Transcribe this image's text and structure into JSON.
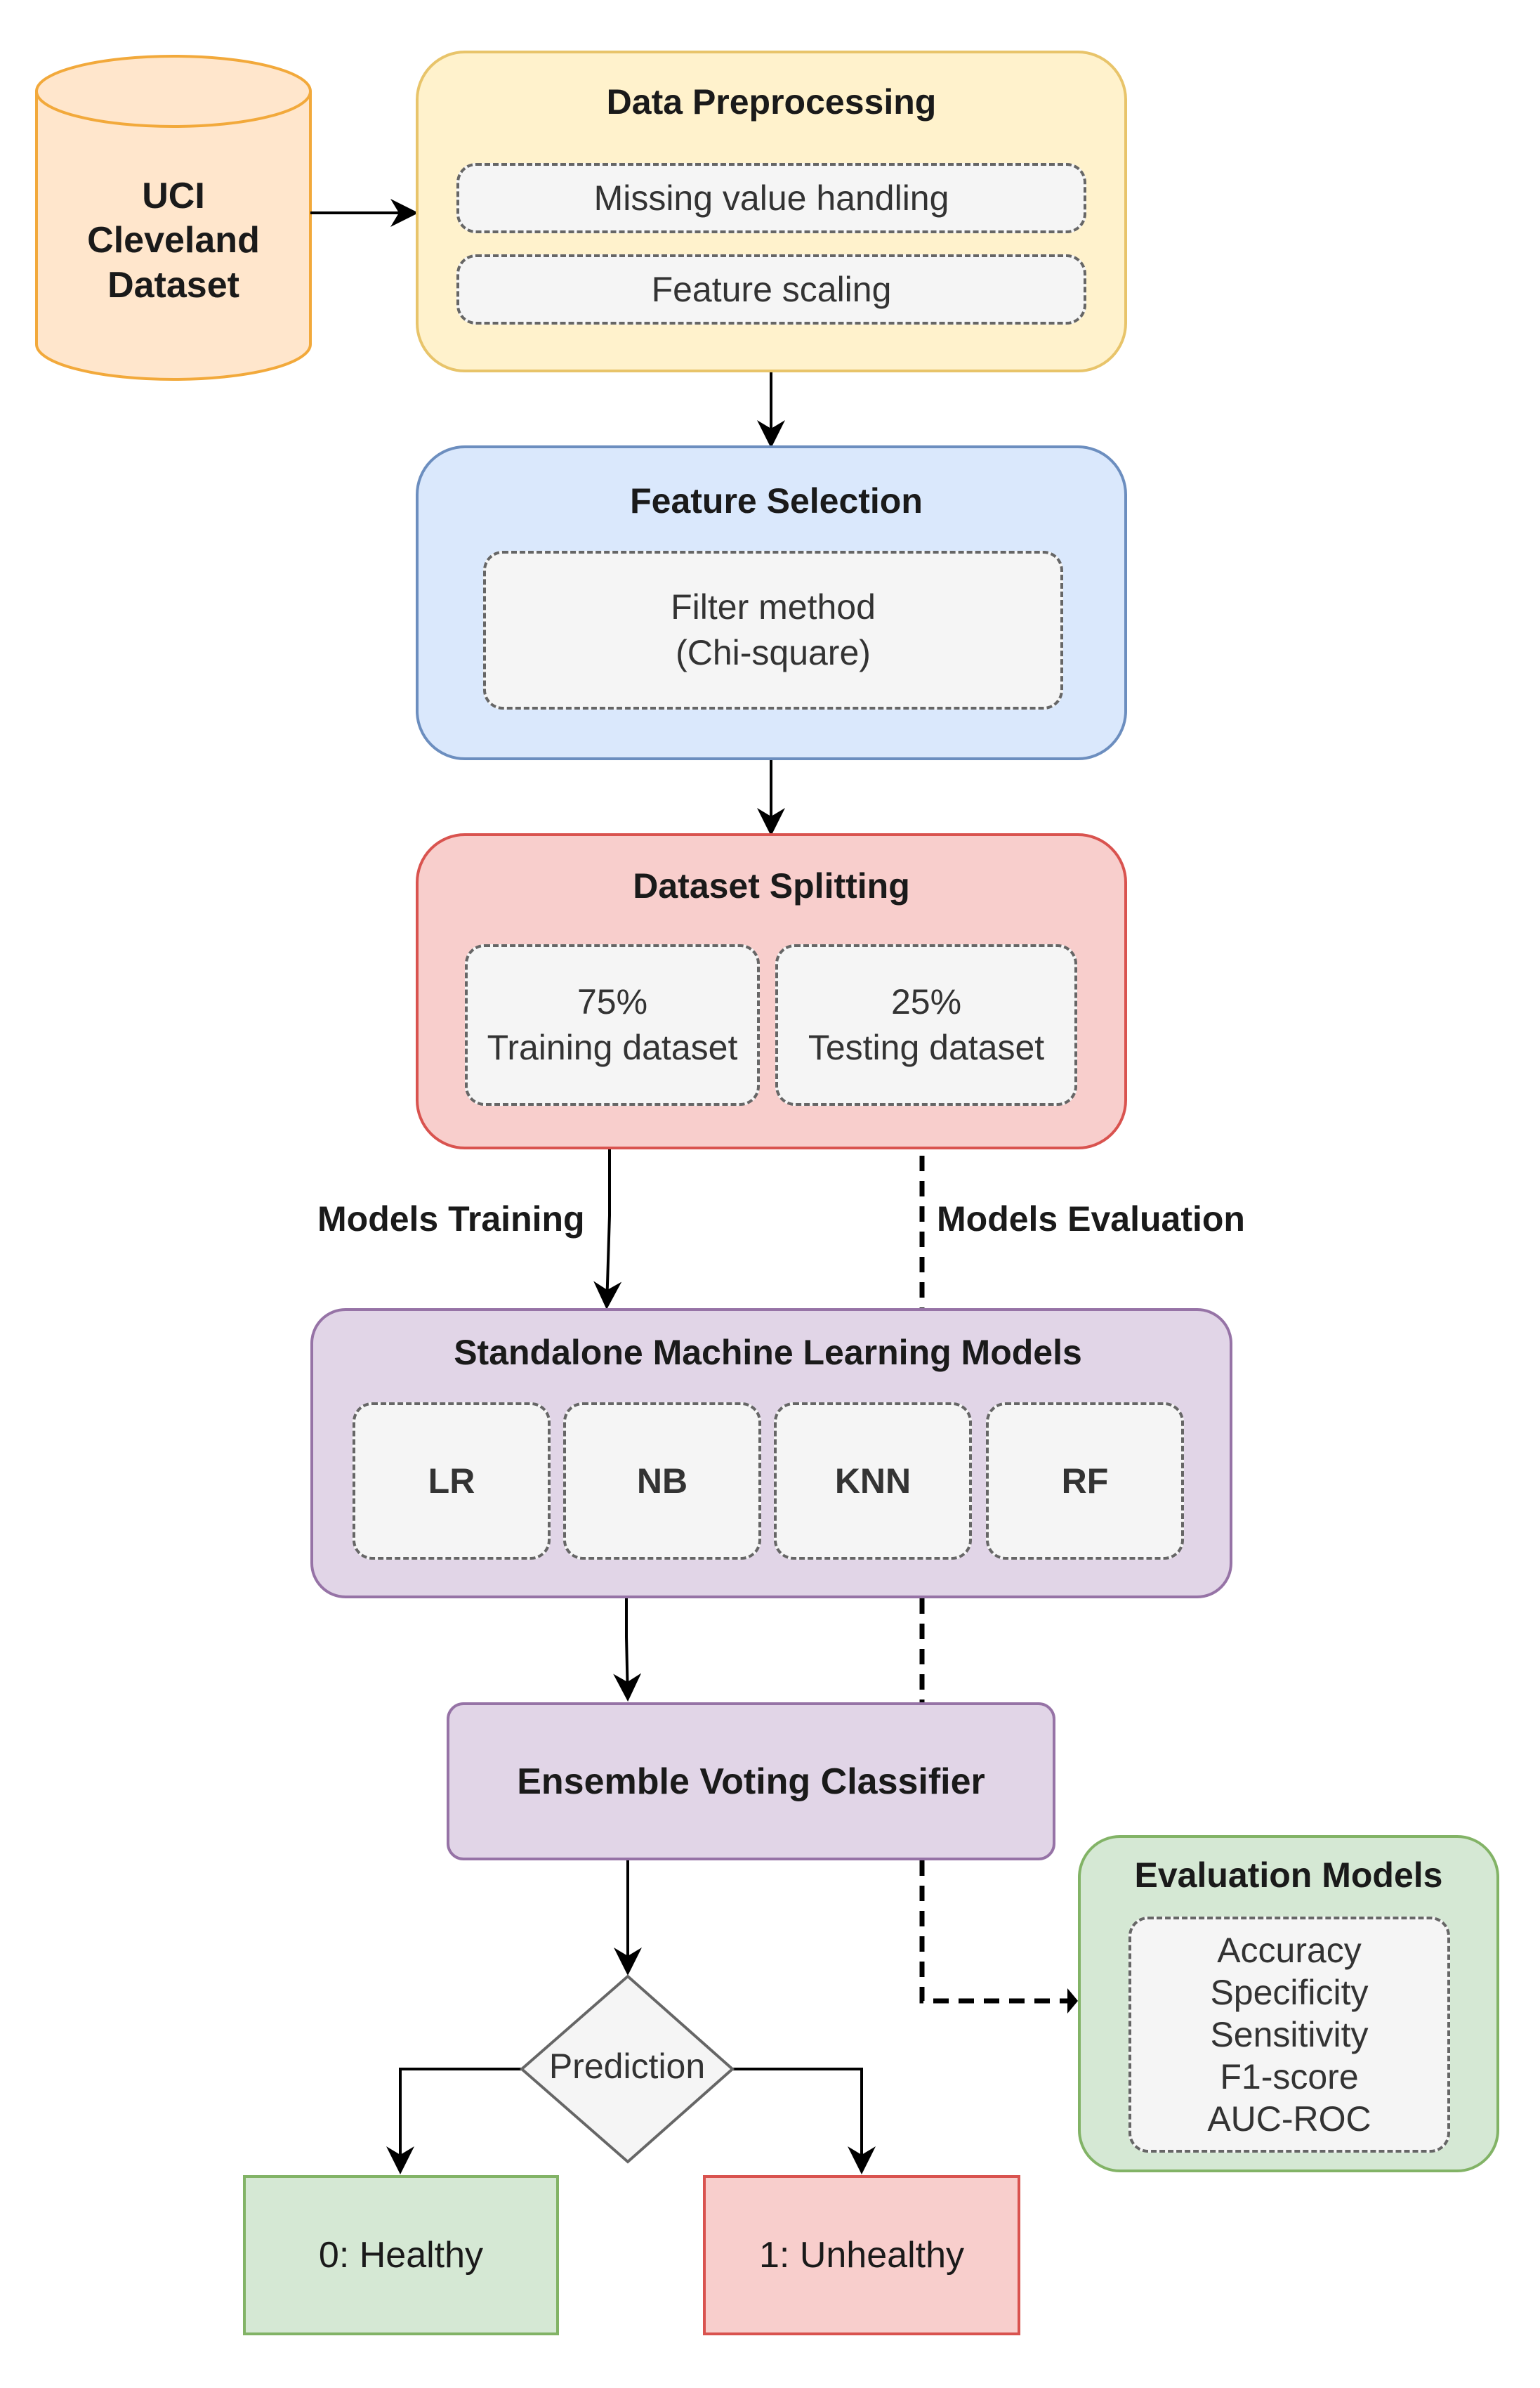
{
  "dataset": {
    "line1": "UCI",
    "line2": "Cleveland",
    "line3": "Dataset"
  },
  "preprocessing": {
    "title": "Data Preprocessing",
    "steps": [
      "Missing value handling",
      "Feature scaling"
    ]
  },
  "feature_selection": {
    "title": "Feature Selection",
    "method_line1": "Filter method",
    "method_line2": "(Chi-square)"
  },
  "splitting": {
    "title": "Dataset Splitting",
    "train_pct": "75%",
    "train_label": "Training dataset",
    "test_pct": "25%",
    "test_label": "Testing dataset"
  },
  "edges": {
    "training": "Models Training",
    "evaluation": "Models Evaluation"
  },
  "standalone": {
    "title": "Standalone Machine Learning Models",
    "models": [
      "LR",
      "NB",
      "KNN",
      "RF"
    ]
  },
  "ensemble": {
    "title": "Ensemble Voting Classifier"
  },
  "prediction": {
    "label": "Prediction"
  },
  "outcomes": {
    "healthy": "0: Healthy",
    "unhealthy": "1: Unhealthy"
  },
  "evaluation": {
    "title": "Evaluation Models",
    "metrics": [
      "Accuracy",
      "Specificity",
      "Sensitivity",
      "F1-score",
      "AUC-ROC"
    ]
  },
  "colors": {
    "orange_fill": "#ffe6cc",
    "orange_stroke": "#f2a93b",
    "yellow_fill": "#fff2cc",
    "yellow_stroke": "#e8c46a",
    "blue_fill": "#dae8fc",
    "blue_stroke": "#6c8ebf",
    "red_fill": "#f8cecc",
    "red_stroke": "#d9534f",
    "purple_fill": "#e1d5e7",
    "purple_stroke": "#9673a6",
    "green_fill": "#d5e8d4",
    "green_stroke": "#82b366"
  }
}
